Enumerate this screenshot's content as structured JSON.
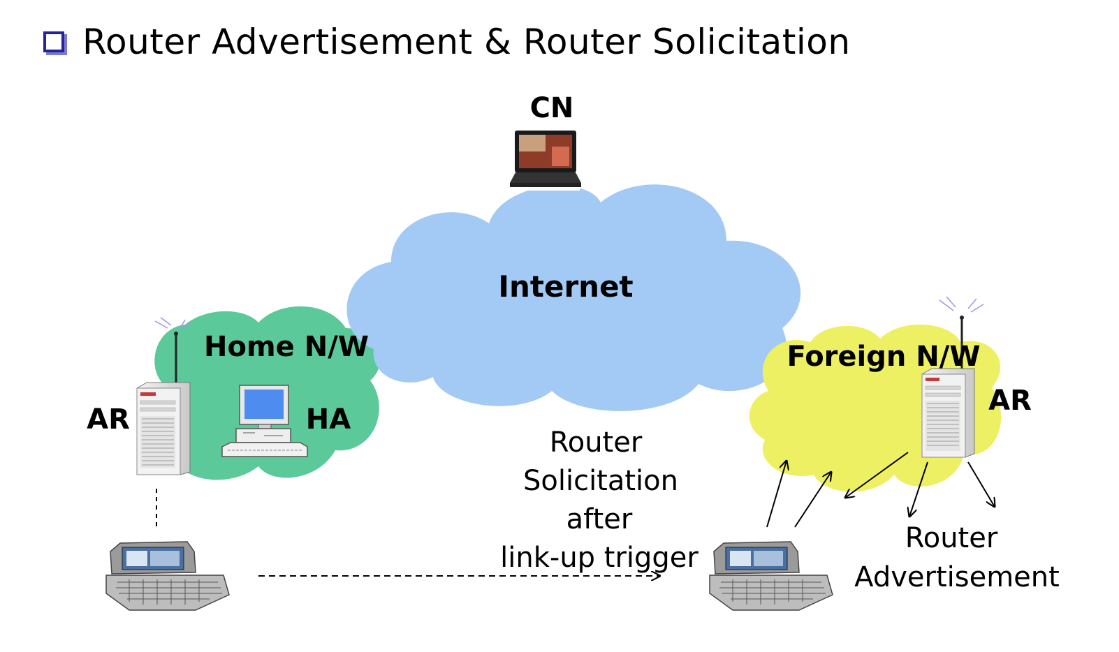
{
  "title": {
    "bullet_icon": "hollow-square-bullet-icon",
    "text": "Router Advertisement & Router Solicitation"
  },
  "labels": {
    "cn": "CN",
    "internet": "Internet",
    "home_nw": "Home N/W",
    "ha": "HA",
    "ar_left": "AR",
    "foreign_nw": "Foreign N/W",
    "ar_right": "AR",
    "router_solicitation": [
      "Router",
      "Solicitation",
      "after",
      "link-up trigger"
    ],
    "router_advertisement": [
      "Router",
      "Advertisement"
    ]
  },
  "icons": {
    "cn": "laptop-icon",
    "ha": "desktop-computer-icon",
    "ar": "server-tower-icon",
    "mobile_node": "handheld-communicator-icon",
    "signal": "antenna-signal-icon"
  },
  "colors": {
    "internet_cloud": "#a3c9f5",
    "home_cloud": "#5cc99b",
    "foreign_cloud": "#eef063",
    "bullet": "#2424a0"
  }
}
